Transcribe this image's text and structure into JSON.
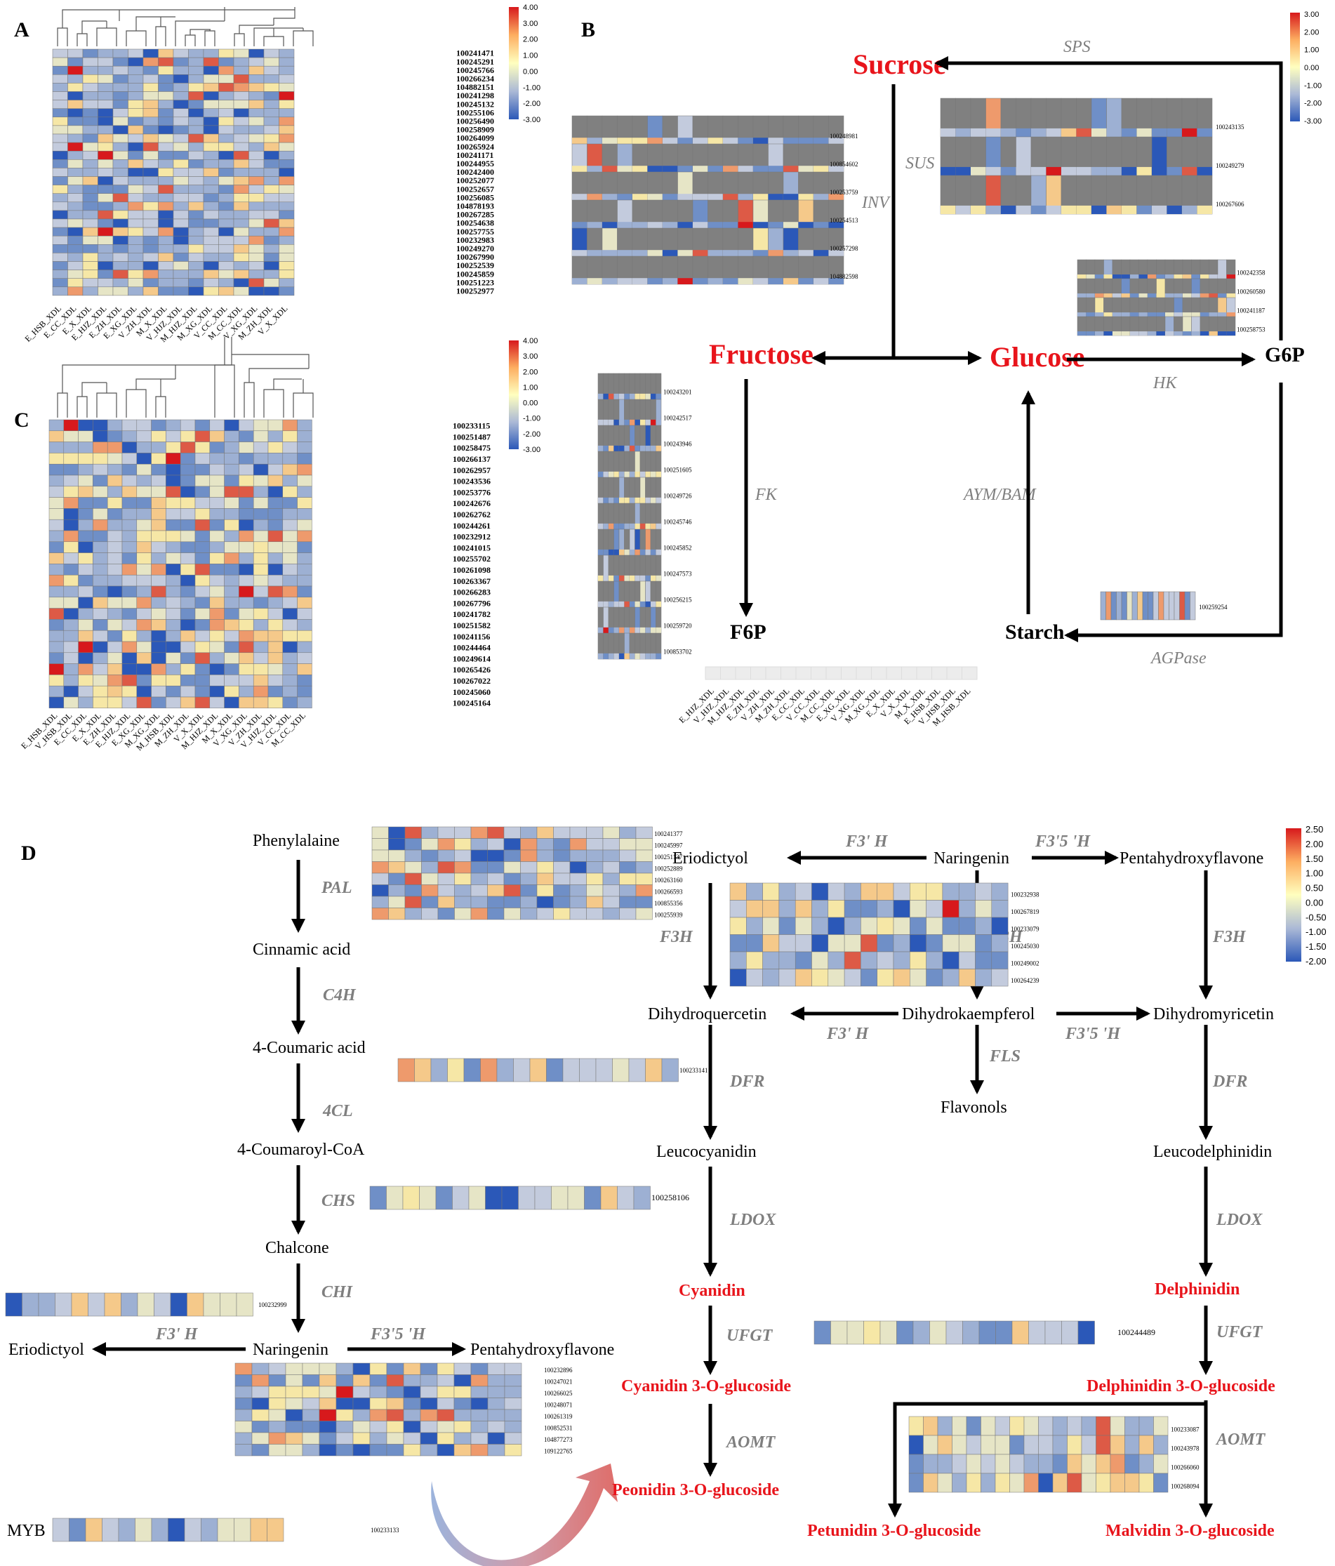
{
  "panels": {
    "A": "A",
    "B": "B",
    "C": "C",
    "D": "D"
  },
  "panel_a": {
    "genes": [
      "100241471",
      "100245291",
      "100245766",
      "100266234",
      "104882151",
      "100241298",
      "100245132",
      "100255106",
      "100256490",
      "100258909",
      "100264099",
      "100265924",
      "100241171",
      "100244955",
      "100242400",
      "100252077",
      "100252657",
      "100256085",
      "104878193",
      "100267285",
      "100254638",
      "100257755",
      "100232983",
      "100249270",
      "100267990",
      "100252539",
      "100245859",
      "100251223",
      "100252977"
    ],
    "samples": [
      "E_HSB_XDL",
      "E_CC_XDL",
      "E_X_XDL",
      "E_HJZ_XDL",
      "E_ZH_XDL",
      "E_XG_XDL",
      "V_ZH_XDL",
      "M_X_XDL",
      "V_HJZ_XDL",
      "M_HJZ_XDL",
      "M_XG_XDL",
      "V_CC_XDL",
      "M_CC_XDL",
      "V_XG_XDL",
      "M_ZH_XDL",
      "V_X_XDL"
    ],
    "legend": [
      "4.00",
      "3.00",
      "2.00",
      "1.00",
      "0.00",
      "-1.00",
      "-2.00",
      "-3.00"
    ]
  },
  "panel_c": {
    "genes": [
      "100233115",
      "100251487",
      "100258475",
      "100266137",
      "100262957",
      "100243536",
      "100253776",
      "100242676",
      "100262762",
      "100244261",
      "100232912",
      "100241015",
      "100255702",
      "100261098",
      "100263367",
      "100266283",
      "100267796",
      "100241782",
      "100251582",
      "100241156",
      "100244464",
      "100249614",
      "100265426",
      "100267022",
      "100245060",
      "100245164"
    ],
    "samples": [
      "E_HSB_XDL",
      "V_HSB_XDL",
      "E_CC_XDL",
      "E_X_XDL",
      "E_ZH_XDL",
      "E_HJZ_XDL",
      "E_XG_XDL",
      "M_XG_XDL",
      "M_HSB_XDL",
      "M_ZH_XDL",
      "V_X_XDL",
      "M_HJZ_XDL",
      "M_X_XDL",
      "V_XG_XDL",
      "V_ZH_XDL",
      "V_HJZ_XDL",
      "V_CC_XDL",
      "M_CC_XDL"
    ],
    "legend": [
      "4.00",
      "3.00",
      "2.00",
      "1.00",
      "0.00",
      "-1.00",
      "-2.00",
      "-3.00"
    ]
  },
  "panel_b": {
    "metabolites": {
      "sucrose": "Sucrose",
      "fructose": "Fructose",
      "glucose": "Glucose",
      "g6p": "G6P",
      "f6p": "F6P",
      "starch": "Starch"
    },
    "enzymes": {
      "sps": "SPS",
      "sus": "SUS",
      "inv": "INV",
      "hk": "HK",
      "fk": "FK",
      "aym": "AYM/BAM",
      "agpase": "AGPase"
    },
    "inv_genes": [
      "100248981",
      "100854602",
      "100253759",
      "100254513",
      "100257298",
      "104882598"
    ],
    "sus_genes": [
      "100243135",
      "100249279",
      "100267606"
    ],
    "hk_genes": [
      "100242358",
      "100260580",
      "100241187",
      "100258753"
    ],
    "fk_genes": [
      "100243201",
      "100242517",
      "100243946",
      "100251605",
      "100249726",
      "100245746",
      "100245852",
      "100247573",
      "100256215",
      "100259720",
      "100853702"
    ],
    "agp_gene": "100259254",
    "samples": [
      "E_HJZ_XDL",
      "V_HJZ_XDL",
      "M_HJZ_XDL",
      "E_ZH_XDL",
      "V_ZH_XDL",
      "M_ZH_XDL",
      "E_CC_XDL",
      "V_CC_XDL",
      "M_CC_XDL",
      "E_XG_XDL",
      "V_XG_XDL",
      "M_XG_XDL",
      "E_X_XDL",
      "V_X_XDL",
      "M_X_XDL",
      "E_HSB_XDL",
      "V_HSB_XDL",
      "M_HSB_XDL"
    ],
    "legend": [
      "3.00",
      "2.00",
      "1.00",
      "0.00",
      "-1.00",
      "-2.00",
      "-3.00"
    ]
  },
  "panel_d": {
    "left": {
      "phenylalaine": "Phenylalaine",
      "pal": "PAL",
      "cinnamic": "Cinnamic acid",
      "c4h": "C4H",
      "coumaric": "4-Coumaric acid",
      "fourcl": "4CL",
      "coumaroyl": "4-Coumaroyl-CoA",
      "chs": "CHS",
      "chalcone": "Chalcone",
      "chi": "CHI",
      "eriodictyol": "Eriodictyol",
      "f3h": "F3' H",
      "naringenin": "Naringenin",
      "f35h": "F3'5 'H",
      "pentahydroxy": "Pentahydroxyflavone",
      "myb": "MYB"
    },
    "right": {
      "eriodictyol": "Eriodictyol",
      "naringenin": "Naringenin",
      "pentahydroxy": "Pentahydroxyflavone",
      "f3ph": "F3' H",
      "f35h": "F3'5 'H",
      "f3h": "F3H",
      "dihydroquercetin": "Dihydroquercetin",
      "dihydrokaempferol": "Dihydrokaempferol",
      "dihydromyricetin": "Dihydromyricetin",
      "fls": "FLS",
      "flavonols": "Flavonols",
      "dfr": "DFR",
      "leucocyanidin": "Leucocyanidin",
      "leucodelphinidin": "Leucodelphinidin",
      "ldox": "LDOX",
      "cyanidin": "Cyanidin",
      "delphinidin": "Delphinidin",
      "ufgt": "UFGT",
      "cy3g": "Cyanidin 3-O-glucoside",
      "dp3g": "Delphinidin 3-O-glucoside",
      "aomt": "AOMT",
      "pn3g": "Peonidin 3-O-glucoside",
      "pt3g": "Petunidin 3-O-glucoside",
      "mv3g": "Malvidin 3-O-glucoside"
    },
    "pal_genes": [
      "100241377",
      "100245997",
      "100251137",
      "100252889",
      "100263160",
      "100266593",
      "100855356",
      "100255939"
    ],
    "c4h_gene": "100233141",
    "chs_gene": "100258106",
    "chi_gene": "100232999",
    "f3ph_genes": [
      "100232896",
      "100247021",
      "100266025",
      "100248071",
      "100261319",
      "100852531",
      "104877273",
      "109122765"
    ],
    "myb_gene": "100233133",
    "f3h_genes": [
      "100232938",
      "100267819",
      "100233079",
      "100245030",
      "100249002",
      "100264239"
    ],
    "ufgt_gene": "100244489",
    "aomt_genes": [
      "100233087",
      "100243978",
      "100266060",
      "100268094"
    ],
    "legend": [
      "2.50",
      "2.00",
      "1.50",
      "1.00",
      "0.50",
      "0.00",
      "-0.50",
      "-1.00",
      "-1.50",
      "-2.00"
    ]
  }
}
